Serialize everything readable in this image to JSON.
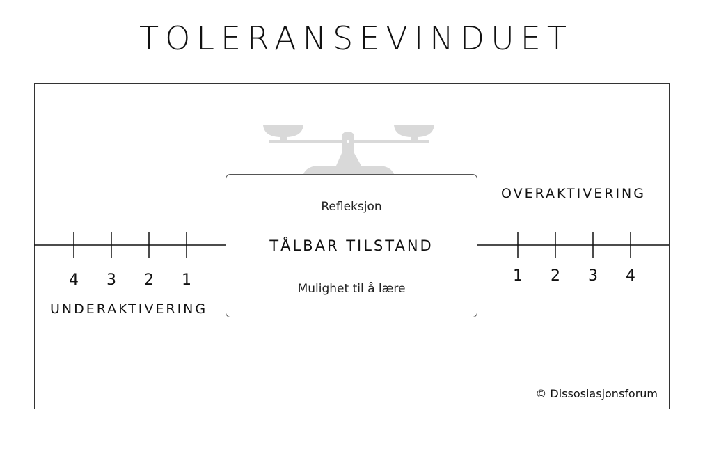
{
  "title": "TOLERANSEVINDUET",
  "center": {
    "top": "Refleksjon",
    "main": "TÅLBAR TILSTAND",
    "bottom": "Mulighet til å lære"
  },
  "left": {
    "label": "UNDERAKTIVERING",
    "numbers": [
      "4",
      "3",
      "2",
      "1"
    ]
  },
  "right": {
    "label": "OVERAKTIVERING",
    "numbers": [
      "1",
      "2",
      "3",
      "4"
    ]
  },
  "copyright": "© Dissosiasjonsforum",
  "colors": {
    "scale": "#d9d9d9",
    "line": "#111111"
  }
}
